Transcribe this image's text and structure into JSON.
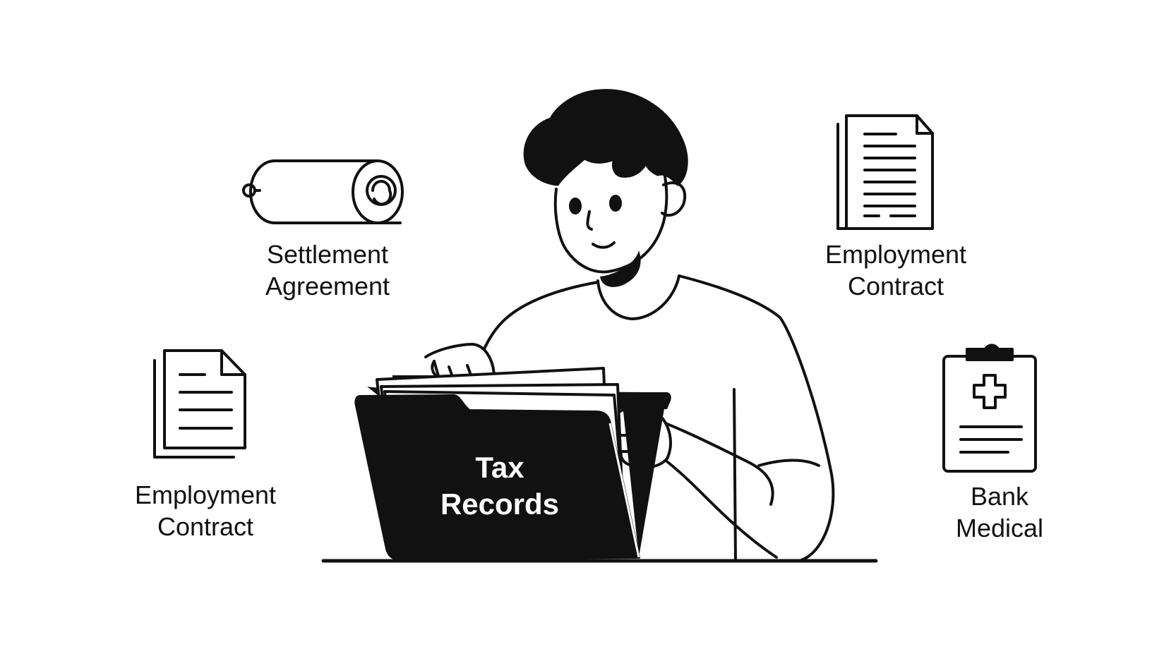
{
  "folder": {
    "line1": "Tax",
    "line2": "Records"
  },
  "documents": {
    "settlement": {
      "line1": "Settlement",
      "line2": "Agreement",
      "icon": "scroll-icon"
    },
    "employment_right": {
      "line1": "Employment",
      "line2": "Contract",
      "icon": "document-icon"
    },
    "employment_left": {
      "line1": "Employment",
      "line2": "Contract",
      "icon": "document-icon"
    },
    "bank_medical": {
      "line1": "Bank",
      "line2": "Medical",
      "icon": "medical-clipboard-icon"
    }
  },
  "colors": {
    "ink": "#111111",
    "background": "#ffffff"
  }
}
